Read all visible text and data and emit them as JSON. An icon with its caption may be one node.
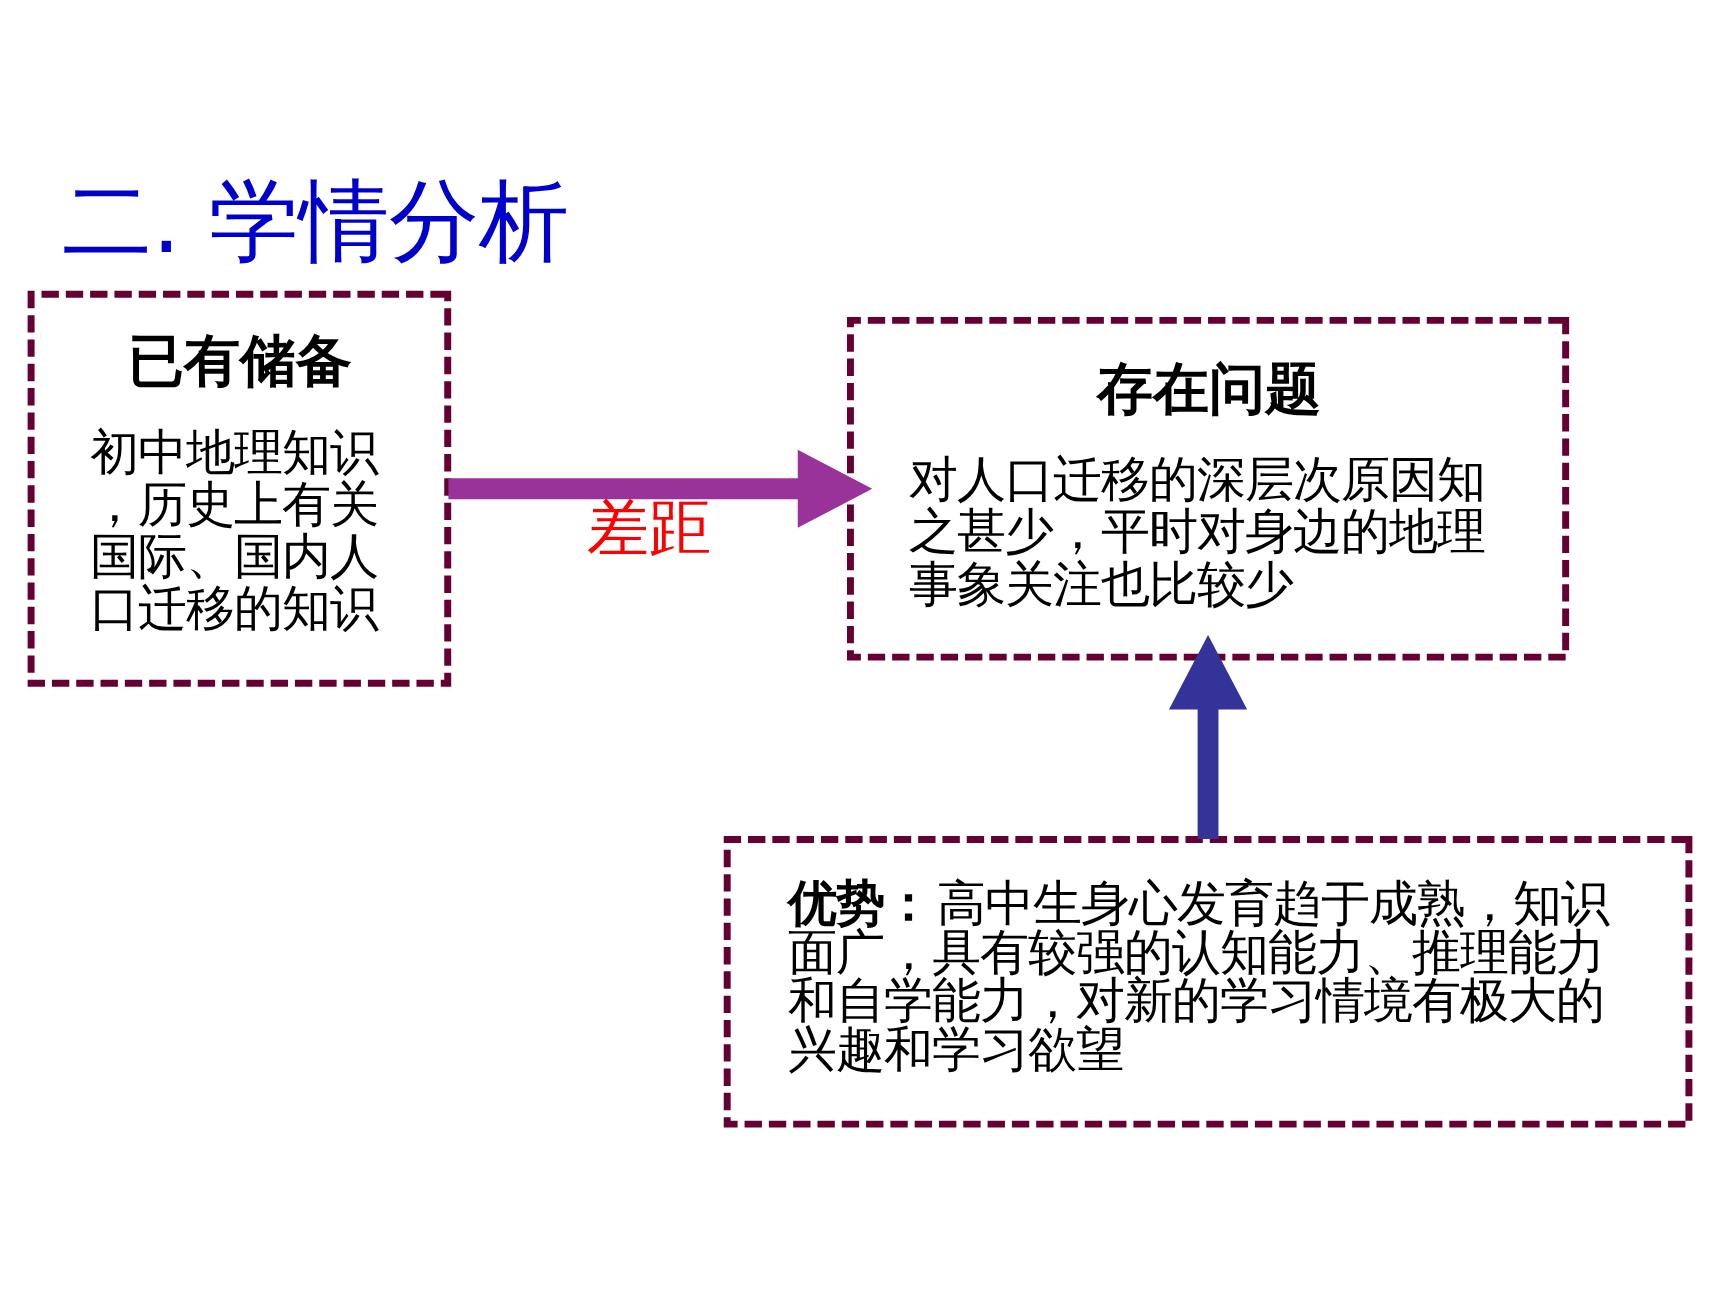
{
  "diagram": {
    "title": "二. 学情分析",
    "nodes": [
      {
        "text": [
          "已有储备",
          "初中地理知识，历史上有关国际、国内人口迁移的知识"
        ]
      },
      {
        "text": [
          "存在问题",
          "对人口迁移的深层次原因知之甚少，平时对身边的地理事象关注也比较少"
        ]
      },
      {
        "text": [
          "**优势：**高中生身心发育趋于成熟，知识面广，具有较强的认知能力、推理能力和自学能力，对新的学习情境有极大的兴趣和学习欲望"
        ]
      }
    ],
    "edges": [
      {
        "from": 0,
        "to": 1,
        "arrow": "to",
        "label": "差距",
        "color": "#993399"
      },
      {
        "from": 2,
        "to": 1,
        "arrow": "to",
        "color": "#333399"
      }
    ]
  }
}
